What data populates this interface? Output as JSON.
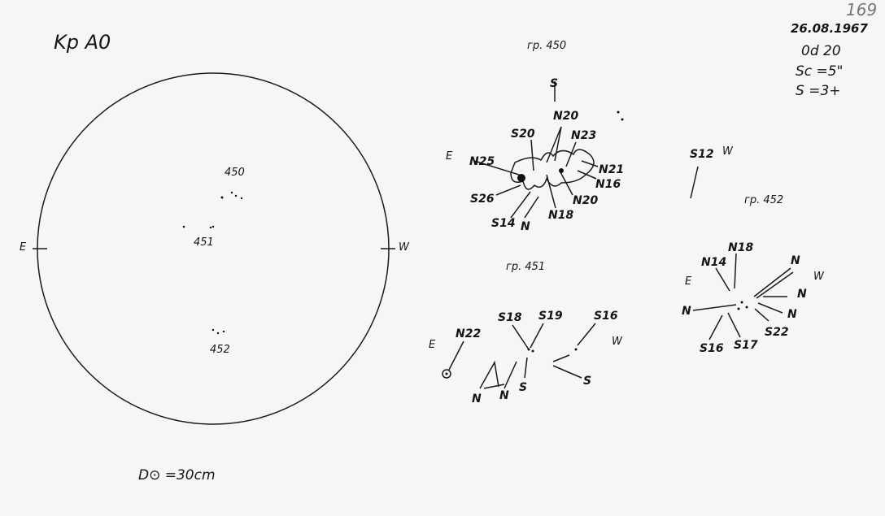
{
  "header": {
    "title": "Kp A0",
    "sheet_number": "169",
    "date": "26.08.1967",
    "time": "0d 20",
    "seeing": "Sc =5\"",
    "sharpness": "S =3+"
  },
  "disk": {
    "east_label": "E",
    "west_label": "W",
    "group_labels": [
      "450",
      "451",
      "452"
    ],
    "diameter_label": "D⊙ =30cm"
  },
  "group_450": {
    "title": "гр. 450",
    "east": "E",
    "labels": [
      "S",
      "N20",
      "N23",
      "S20",
      "N25",
      "N21",
      "N16",
      "S26",
      "N20",
      "N18",
      "S14",
      "N"
    ]
  },
  "group_451": {
    "title": "гр. 451",
    "east": "E",
    "west": "W",
    "labels": [
      "N22",
      "S18",
      "S19",
      "S16",
      "N",
      "N",
      "S",
      "S"
    ]
  },
  "group_452": {
    "title": "гр. 452",
    "east": "E",
    "west": "W",
    "labels": [
      "S12",
      "N14",
      "N18",
      "N",
      "N",
      "N",
      "N",
      "S22",
      "S16",
      "S17"
    ]
  }
}
